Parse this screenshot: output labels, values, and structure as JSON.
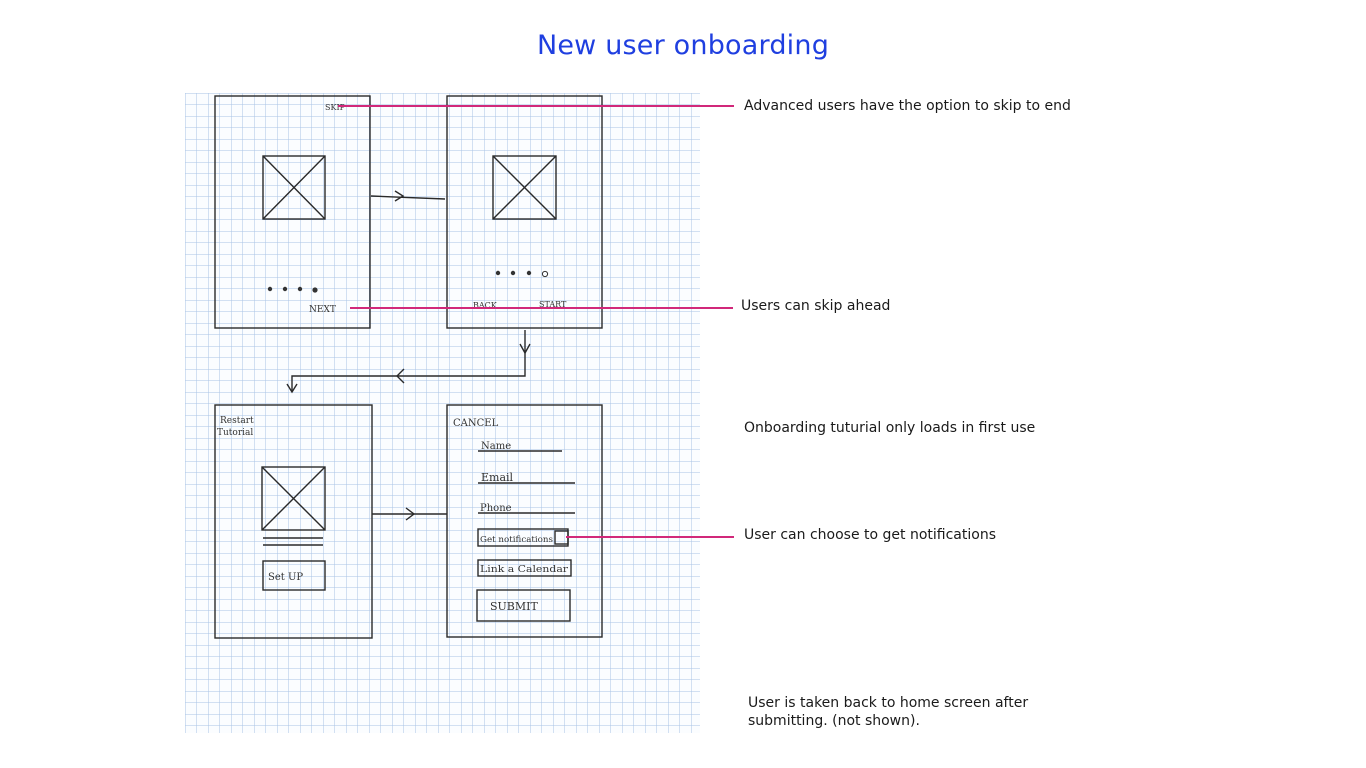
{
  "title": "New user onboarding",
  "accent_color": "#1f3fe0",
  "callout_color": "#d1287a",
  "grid_color": "#a9c4e6",
  "sketch": {
    "screen1": {
      "skip": "SKIP",
      "next": "NEXT"
    },
    "screen2": {
      "back": "BACK",
      "start": "START"
    },
    "screen3": {
      "restart_line1": "Restart",
      "restart_line2": "Tutorial",
      "setup": "Set UP"
    },
    "screen4": {
      "cancel": "CANCEL",
      "name": "Name",
      "email": "Email",
      "phone": "Phone",
      "notifications": "Get notifications",
      "calendar": "Link a Calendar",
      "submit": "SUBMIT"
    }
  },
  "notes": {
    "skip_to_end": "Advanced users have the option to skip to end",
    "skip_ahead": "Users can skip ahead",
    "first_use": "Onboarding tuturial only loads in first use",
    "notifications": "User can choose to get notifications",
    "home_line1": "User is taken back to home screen after",
    "home_line2": "submitting. (not shown)."
  }
}
